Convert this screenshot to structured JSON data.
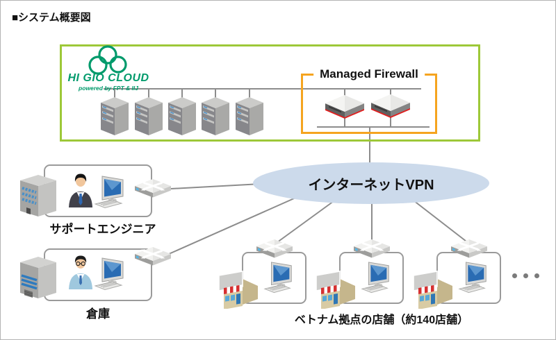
{
  "title": "■システム概要図",
  "cloud_box": {
    "brand": "HI GIO CLOUD",
    "tagline": "powered by FPT & IIJ",
    "server_count": 5
  },
  "firewall_box": {
    "label": "Managed Firewall",
    "device_count": 2
  },
  "vpn": {
    "label": "インターネットVPN"
  },
  "sites": {
    "support": {
      "label": "サポートエンジニア"
    },
    "warehouse": {
      "label": "倉庫"
    },
    "stores": {
      "label": "ベトナム拠点の店舗（約140店舗）",
      "count": 3,
      "has_more_indicator": true
    }
  },
  "colors": {
    "cloud_border_green": "#9dc838",
    "firewall_border_orange": "#f5a41f",
    "vpn_ellipse_fill": "#ccdaeb",
    "logo_green": "#009a6b",
    "connection_line_gray": "#8c8c8c",
    "firewall_accent_red": "#e01f1f"
  },
  "icons": {
    "cloud-logo-icon": "three interlocked green rings",
    "server-icon": "isometric server tower",
    "firewall-device-icon": "isometric appliance with red trim",
    "router-icon": "isometric switch with white crossing arrows",
    "computer-icon": "desktop monitor and keyboard",
    "support-person-icon": "person in dark suit with blue tie",
    "worker-person-icon": "person in light blue workwear with glasses",
    "office-building-icon": "isometric building with window grid",
    "warehouse-building-icon": "isometric building with blue stripes",
    "store-icon": "shop with red striped awning",
    "more-stores-ellipsis": "three gray dots"
  }
}
